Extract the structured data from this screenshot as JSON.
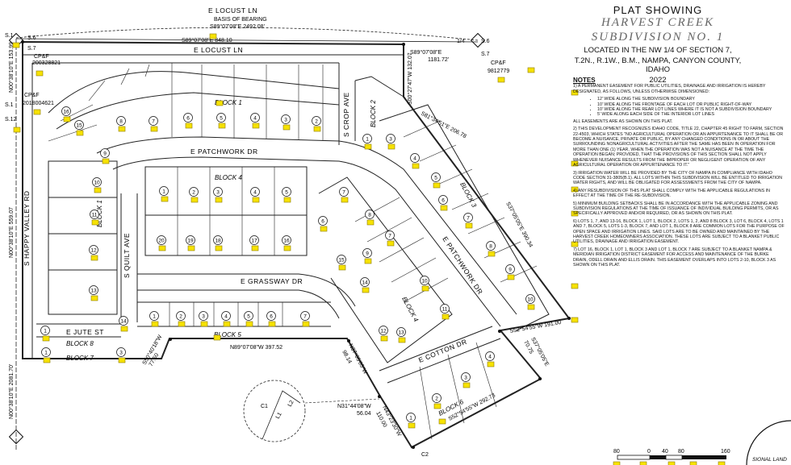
{
  "title": {
    "line1": "PLAT SHOWING",
    "line2": "HARVEST CREEK",
    "line3": "SUBDIVISION NO. 1",
    "line4": "LOCATED IN THE NW 1/4 OF SECTION 7,",
    "line5": "T.2N., R.1W., B.M., NAMPA, CANYON COUNTY, IDAHO",
    "line6": "2022"
  },
  "notes": {
    "header": "NOTES",
    "n1": "1) A PERMANENT EASEMENT FOR PUBLIC UTILITIES, DRAINAGE AND IRRIGATION IS HEREBY DESIGNATED, AS FOLLOWS, UNLESS OTHERWISE DIMENSIONED:",
    "n1_items": [
      "12' WIDE ALONG THE SUBDIVISION BOUNDARY",
      "10' WIDE ALONG THE FRONTAGE OF EACH LOT OR PUBLIC RIGHT-OF-WAY",
      "10' WIDE ALONG THE REAR LOT LINES WHERE IT IS NOT A SUBDIVISION BOUNDARY",
      "5' WIDE ALONG EACH SIDE OF THE INTERIOR LOT LINES"
    ],
    "n1_tail": "ALL EASEMENTS ARE AS SHOWN ON THIS PLAT.",
    "n2": "2) THIS DEVELOPMENT RECOGNIZES IDAHO CODE, TITLE 22, CHAPTER 45 RIGHT TO FARM, SECTION 22-4503, WHICH STATES \"NO AGRICULTURAL OPERATION OR AN APPURTENANCE TO IT SHALL BE OR BECOME A NUISANCE, PRIVATE OR PUBLIC, BY ANY CHANGED CONDITIONS IN OR ABOUT THE SURROUNDING NONAGRICULTURAL ACTIVITIES AFTER THE SAME HAS BEEN IN OPERATION FOR MORE THAN ONE (1) YEAR, WHEN THE OPERATION WAS NOT A NUISANCE AT THE TIME THE OPERATION BEGAN; PROVIDED, THAT THE PROVISIONS OF THIS SECTION SHALL NOT APPLY WHENEVER NUISANCE RESULTS FROM THE IMPROPER OR NEGLIGENT OPERATION OF ANY AGRICULTURAL OPERATION OR APPURTENANCE TO IT.\"",
    "n3": "3) IRRIGATION WATER WILL BE PROVIDED BY THE CITY OF NAMPA IN COMPLIANCE WITH IDAHO CODE SECTION 31-3805(B.1). ALL LOTS WITHIN THIS SUBDIVISION WILL BE ENTITLED TO IRRIGATION WATER RIGHTS, AND WILL BE OBLIGATED FOR ASSESSMENTS FROM THE CITY OF NAMPA.",
    "n4": "4) ANY RESUBDIVISION OF THIS PLAT SHALL COMPLY WITH THE APPLICABLE REGULATIONS IN EFFECT AT THE TIME OF THE RE-SUBDIVISION.",
    "n5": "5) MINIMUM BUILDING SETBACKS SHALL BE IN ACCORDANCE WITH THE APPLICABLE ZONING AND SUBDIVISION REGULATIONS AT THE TIME OF ISSUANCE OF INDIVIDUAL BUILDING PERMITS, OR AS SPECIFICALLY APPROVED AND/OR REQUIRED, OR AS SHOWN ON THIS PLAT.",
    "n6": "6) LOTS 1, 7, AND 13-16, BLOCK 1, LOT 1, BLOCK 2, LOTS 1, 2, AND 8 BLOCK 3, LOT 6, BLOCK 4, LOTS 1 AND 7, BLOCK 5, LOTS 1-3, BLOCK 7, AND LOT 1, BLOCK 8 ARE COMMON LOTS FOR THE PURPOSE OF OPEN SPACE AND IRRIGATION LINES. SAID LOTS ARE TO BE OWNED AND MAINTAINED BY THE HARVEST CREEK HOMEOWNERS ASSOCIATION. THESE LOTS ARE SUBJECT TO A BLANKET PUBLIC UTILITIES, DRAINAGE AND IRRIGATION EASEMENT.",
    "n7": "7) LOT 16, BLOCK 1, LOT 1, BLOCK 3 AND LOT 1, BLOCK 7 ARE SUBJECT TO A BLANKET NAMPA & MERIDIAN IRRIGATION DISTRICT EASEMENT FOR ACCESS AND MAINTENANCE OF THE BURKE DRAIN, ODELL DRAIN AND ELLIS DRAIN. THIS EASEMENT OVERLAPS INTO LOTS 2-10, BLOCK 3 AS SHOWN ON THIS PLAT."
  },
  "streets": {
    "locust_top": "E LOCUST LN",
    "locust": "E LOCUST LN",
    "patchwork": "E PATCHWORK DR",
    "patchwork_diag": "E PATCHWORK DR",
    "grassway": "E GRASSWAY DR",
    "jute": "E JUTE ST",
    "cotton": "E COTTON DR",
    "quilt": "S QUILT AVE",
    "crop": "S CROP AVE",
    "happy_valley": "S HAPPY VALLEY RD"
  },
  "blocks": [
    "BLOCK 1",
    "BLOCK 1",
    "BLOCK 2",
    "BLOCK 3",
    "BLOCK 4",
    "BLOCK 4",
    "BLOCK 5",
    "BLOCK 6",
    "BLOCK 8",
    "BLOCK 7"
  ],
  "bearings": {
    "basis": "BASIS OF BEARING",
    "basis_val": "S89°07'08\"E 2492.08'",
    "north": "S89°07'08\"E 848.10",
    "ne": "S89°07'08\"E",
    "ne_dist": "1181.72'",
    "east_n": "S00°27'47\"W 132.07",
    "diag_ne": "S81°34'51\"E 206.78",
    "east_diag": "S37°05'05\"E 390.34",
    "se1": "S52°54'55\"W 191.00",
    "se2": "S37°05'05\"E",
    "se2_dist": "70.75",
    "south_diag": "S52°54'55\"W 292.73",
    "west1": "N00°38'10\"E 153.99",
    "west2": "N00°38'10\"E 559.07",
    "west3": "N00°38'10\"E 2081.70'",
    "block5_s": "N89°07'08\"W 397.52",
    "b7_a": "S50°40'18\"W",
    "b7_a_dist": "77.50",
    "curve1": "N37°05'05\"W",
    "curve1_dist": "98.14",
    "curve2": "N31°44'08\"W",
    "curve2_dist": "56.04",
    "curve3": "N43°23'30\"W",
    "curve3_dist": "110.00"
  },
  "corners": {
    "s1": "S.1",
    "s6": "S.6",
    "s7": "S.7",
    "s12": "S.12",
    "quarter": "1/4",
    "cpf1": "CP&F",
    "cpf1_no": "200328821",
    "cpf2": "CP&F",
    "cpf2_no": "2018004621",
    "cpf3": "CP&F",
    "cpf3_no": "9812779"
  },
  "curve_labels": [
    "C1",
    "C2",
    "L1",
    "L2"
  ],
  "scale": {
    "labels": [
      "80",
      "0",
      "40",
      "80",
      "160"
    ]
  },
  "seal_text": "SIONAL LAND"
}
